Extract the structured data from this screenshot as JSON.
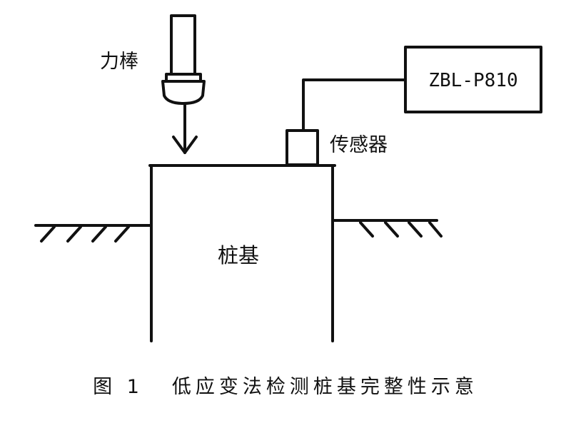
{
  "labels": {
    "hammer": "力棒",
    "sensor": "传感器",
    "instrument": "ZBL-P810",
    "pile": "桩基"
  },
  "caption": {
    "figure_number": "图 1",
    "title": "低应变法检测桩基完整性示意"
  },
  "colors": {
    "line": "#111111",
    "background": "#ffffff"
  },
  "icons": {
    "hammer": "hammer-icon",
    "arrow": "arrow-down-icon"
  }
}
